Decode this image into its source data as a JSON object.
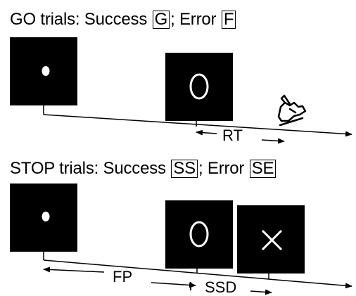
{
  "go": {
    "title_prefix": "GO trials: Success ",
    "success_code": "G",
    "error_sep": "; Error ",
    "error_code": "F",
    "rt_label": "RT",
    "fixation_stimulus": "dot",
    "go_stimulus": "circle"
  },
  "stop": {
    "title_prefix": "STOP trials: Success ",
    "success_code": "SS",
    "error_sep": "; Error ",
    "error_code": "SE",
    "fp_label": "FP",
    "ssd_label": "SSD",
    "fixation_stimulus": "dot",
    "go_stimulus": "circle",
    "stop_stimulus": "cross"
  },
  "colors": {
    "screen": "#000000",
    "stimulus": "#ffffff",
    "line": "#000000"
  },
  "icons": {
    "response": "hand-touch-icon"
  }
}
